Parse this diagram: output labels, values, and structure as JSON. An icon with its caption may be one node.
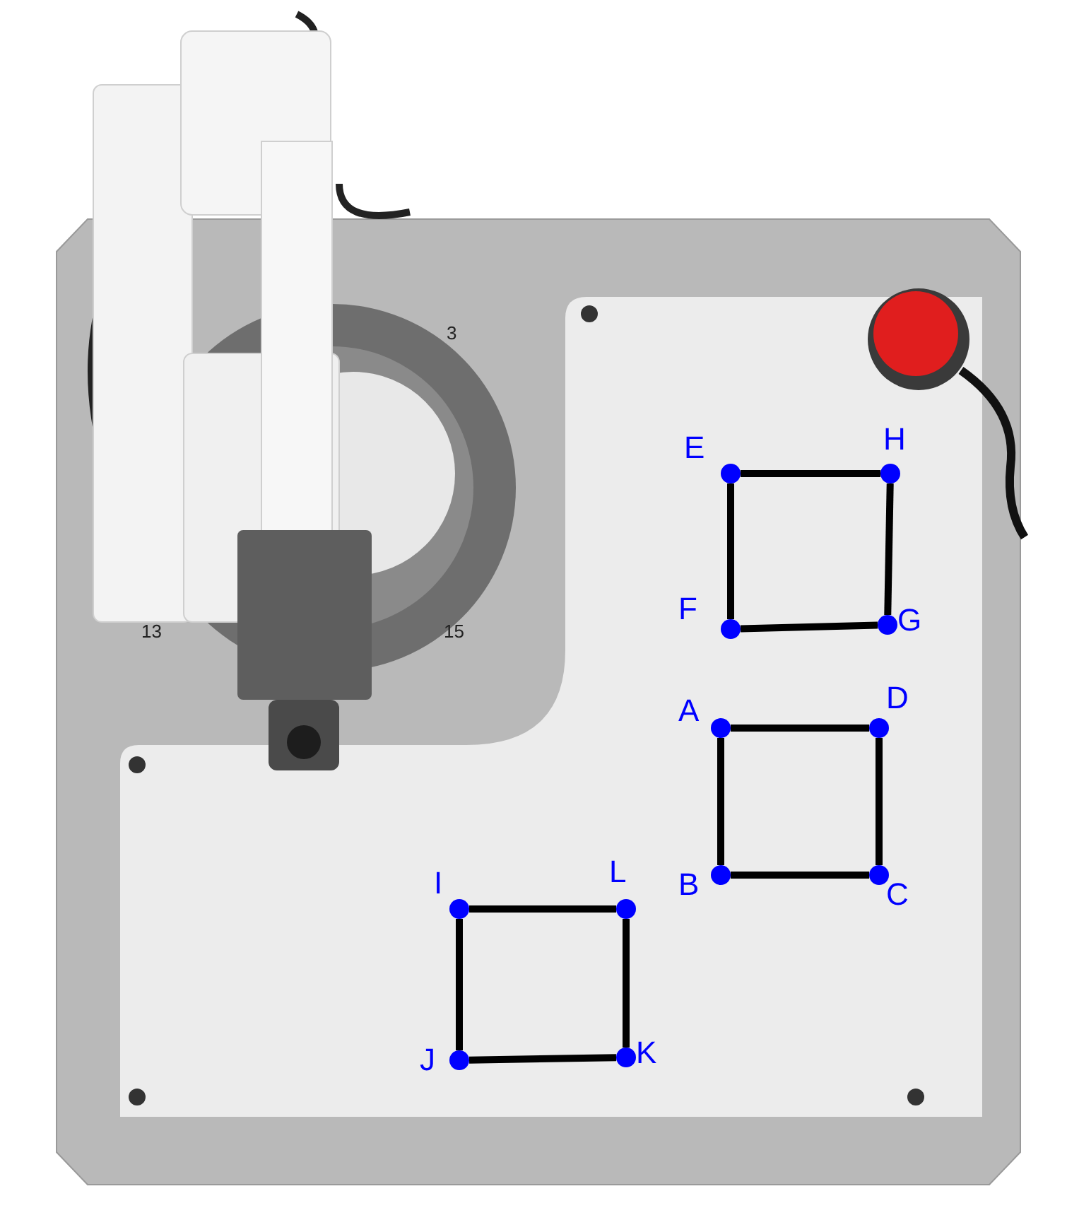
{
  "diagram": {
    "nodes": [
      {
        "text": [],
        "shape": "circle",
        "beside": [
          "E"
        ]
      },
      {
        "text": [],
        "shape": "circle",
        "beside": [
          "H"
        ]
      },
      {
        "text": [],
        "shape": "circle",
        "beside": [
          "F"
        ]
      },
      {
        "text": [],
        "shape": "circle",
        "beside": [
          "G"
        ]
      },
      {
        "text": [],
        "shape": "circle",
        "beside": [
          "A"
        ]
      },
      {
        "text": [],
        "shape": "circle",
        "beside": [
          "D"
        ]
      },
      {
        "text": [],
        "shape": "circle",
        "beside": [
          "B"
        ]
      },
      {
        "text": [],
        "shape": "circle",
        "beside": [
          "C"
        ]
      },
      {
        "text": [],
        "shape": "circle",
        "beside": [
          "I"
        ]
      },
      {
        "text": [],
        "shape": "circle",
        "beside": [
          "L"
        ]
      },
      {
        "text": [],
        "shape": "circle",
        "beside": [
          "J"
        ]
      },
      {
        "text": [],
        "shape": "circle",
        "beside": [
          "K"
        ]
      }
    ],
    "edges": [
      {
        "from": 0,
        "to": 1,
        "arrow": "none"
      },
      {
        "from": 1,
        "to": 3,
        "arrow": "none"
      },
      {
        "from": 3,
        "to": 2,
        "arrow": "none"
      },
      {
        "from": 2,
        "to": 0,
        "arrow": "none"
      },
      {
        "from": 4,
        "to": 5,
        "arrow": "none"
      },
      {
        "from": 5,
        "to": 7,
        "arrow": "none"
      },
      {
        "from": 7,
        "to": 6,
        "arrow": "none"
      },
      {
        "from": 6,
        "to": 4,
        "arrow": "none"
      },
      {
        "from": 8,
        "to": 9,
        "arrow": "none"
      },
      {
        "from": 9,
        "to": 11,
        "arrow": "none"
      },
      {
        "from": 11,
        "to": 10,
        "arrow": "none"
      },
      {
        "from": 10,
        "to": 8,
        "arrow": "none"
      }
    ],
    "labels": [
      "3",
      "13",
      "15"
    ]
  }
}
